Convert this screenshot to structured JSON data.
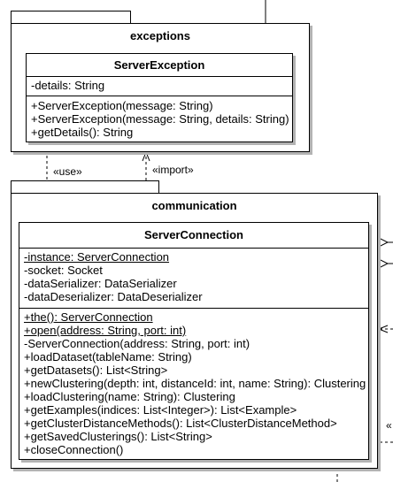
{
  "packages": {
    "exceptions": {
      "title": "exceptions",
      "class": {
        "name": "ServerException",
        "attributes": [
          "-details: String"
        ],
        "operations": [
          "+ServerException(message: String)",
          "+ServerException(message: String, details: String)",
          "+getDetails(): String"
        ]
      }
    },
    "communication": {
      "title": "communication",
      "class": {
        "name": "ServerConnection",
        "attributes": [
          "-instance: ServerConnection",
          "-socket: Socket",
          "-dataSerializer: DataSerializer",
          "-dataDeserializer: DataDeserializer"
        ],
        "operations": [
          "+the(): ServerConnection",
          "+open(address: String, port: int)",
          "-ServerConnection(address: String, port: int)",
          "+loadDataset(tableName: String)",
          "+getDatasets(): List<String>",
          "+newClustering(depth: int, distanceId: int, name: String): Clustering",
          "+loadClustering(name: String): Clustering",
          "+getExamples(indices: List<Integer>): List<Example>",
          "+getClusterDistanceMethods(): List<ClusterDistanceMethod>",
          "+getSavedClusterings(): List<String>",
          "+closeConnection()"
        ]
      }
    }
  },
  "relations": {
    "use_label": "«use»",
    "import_label": "«import»",
    "clipped_right_label": "«"
  },
  "colors": {
    "line": "#000000",
    "shadow": "#b3b3b3",
    "background": "#ffffff"
  }
}
